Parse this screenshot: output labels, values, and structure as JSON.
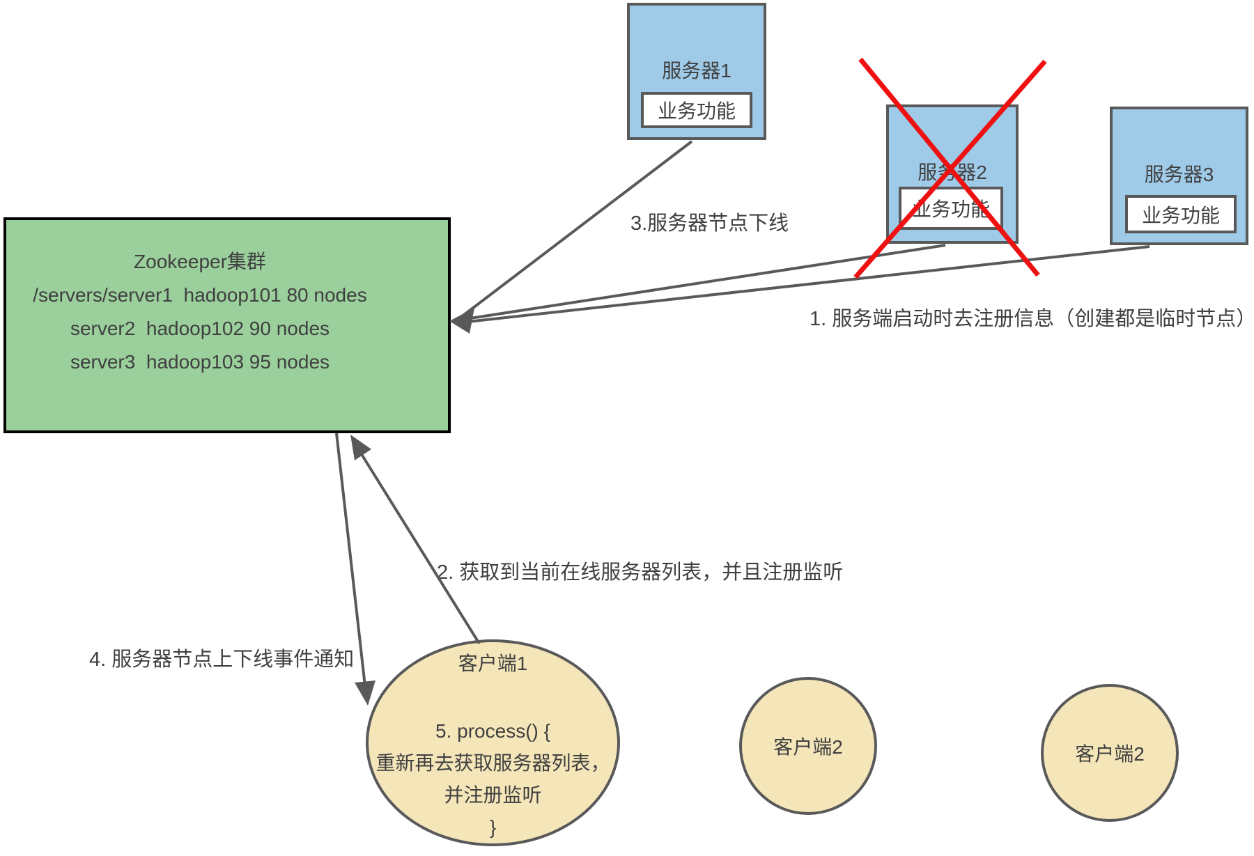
{
  "zookeeper": {
    "title": "Zookeeper集群",
    "rows": [
      "/servers/server1  hadoop101 80 nodes",
      "server2  hadoop102 90 nodes",
      "server3  hadoop103 95 nodes"
    ]
  },
  "servers": [
    {
      "name": "服务器1",
      "function_label": "业务功能"
    },
    {
      "name": "服务器2",
      "function_label": "业务功能"
    },
    {
      "name": "服务器3",
      "function_label": "业务功能"
    }
  ],
  "clients": [
    {
      "name": "客户端1",
      "code": [
        "5. process() {",
        "重新再去获取服务器列表，",
        "并注册监听",
        "}"
      ]
    },
    {
      "name": "客户端2"
    },
    {
      "name": "客户端2"
    }
  ],
  "annotations": {
    "step1": "1. 服务端启动时去注册信息（创建都是临时节点）",
    "step2": "2. 获取到当前在线服务器列表，并且注册监听",
    "step3": "3.服务器节点下线",
    "step4": "4. 服务器节点上下线事件通知"
  },
  "colors": {
    "zookeeper-fill": "#9bd09d",
    "zookeeper-border": "#000000",
    "server-fill": "#9fcae8",
    "client-fill": "#f5e6ba",
    "stroke-gray": "#595959",
    "cross-red": "#ee1111",
    "text-color": "#3f3f3f"
  }
}
